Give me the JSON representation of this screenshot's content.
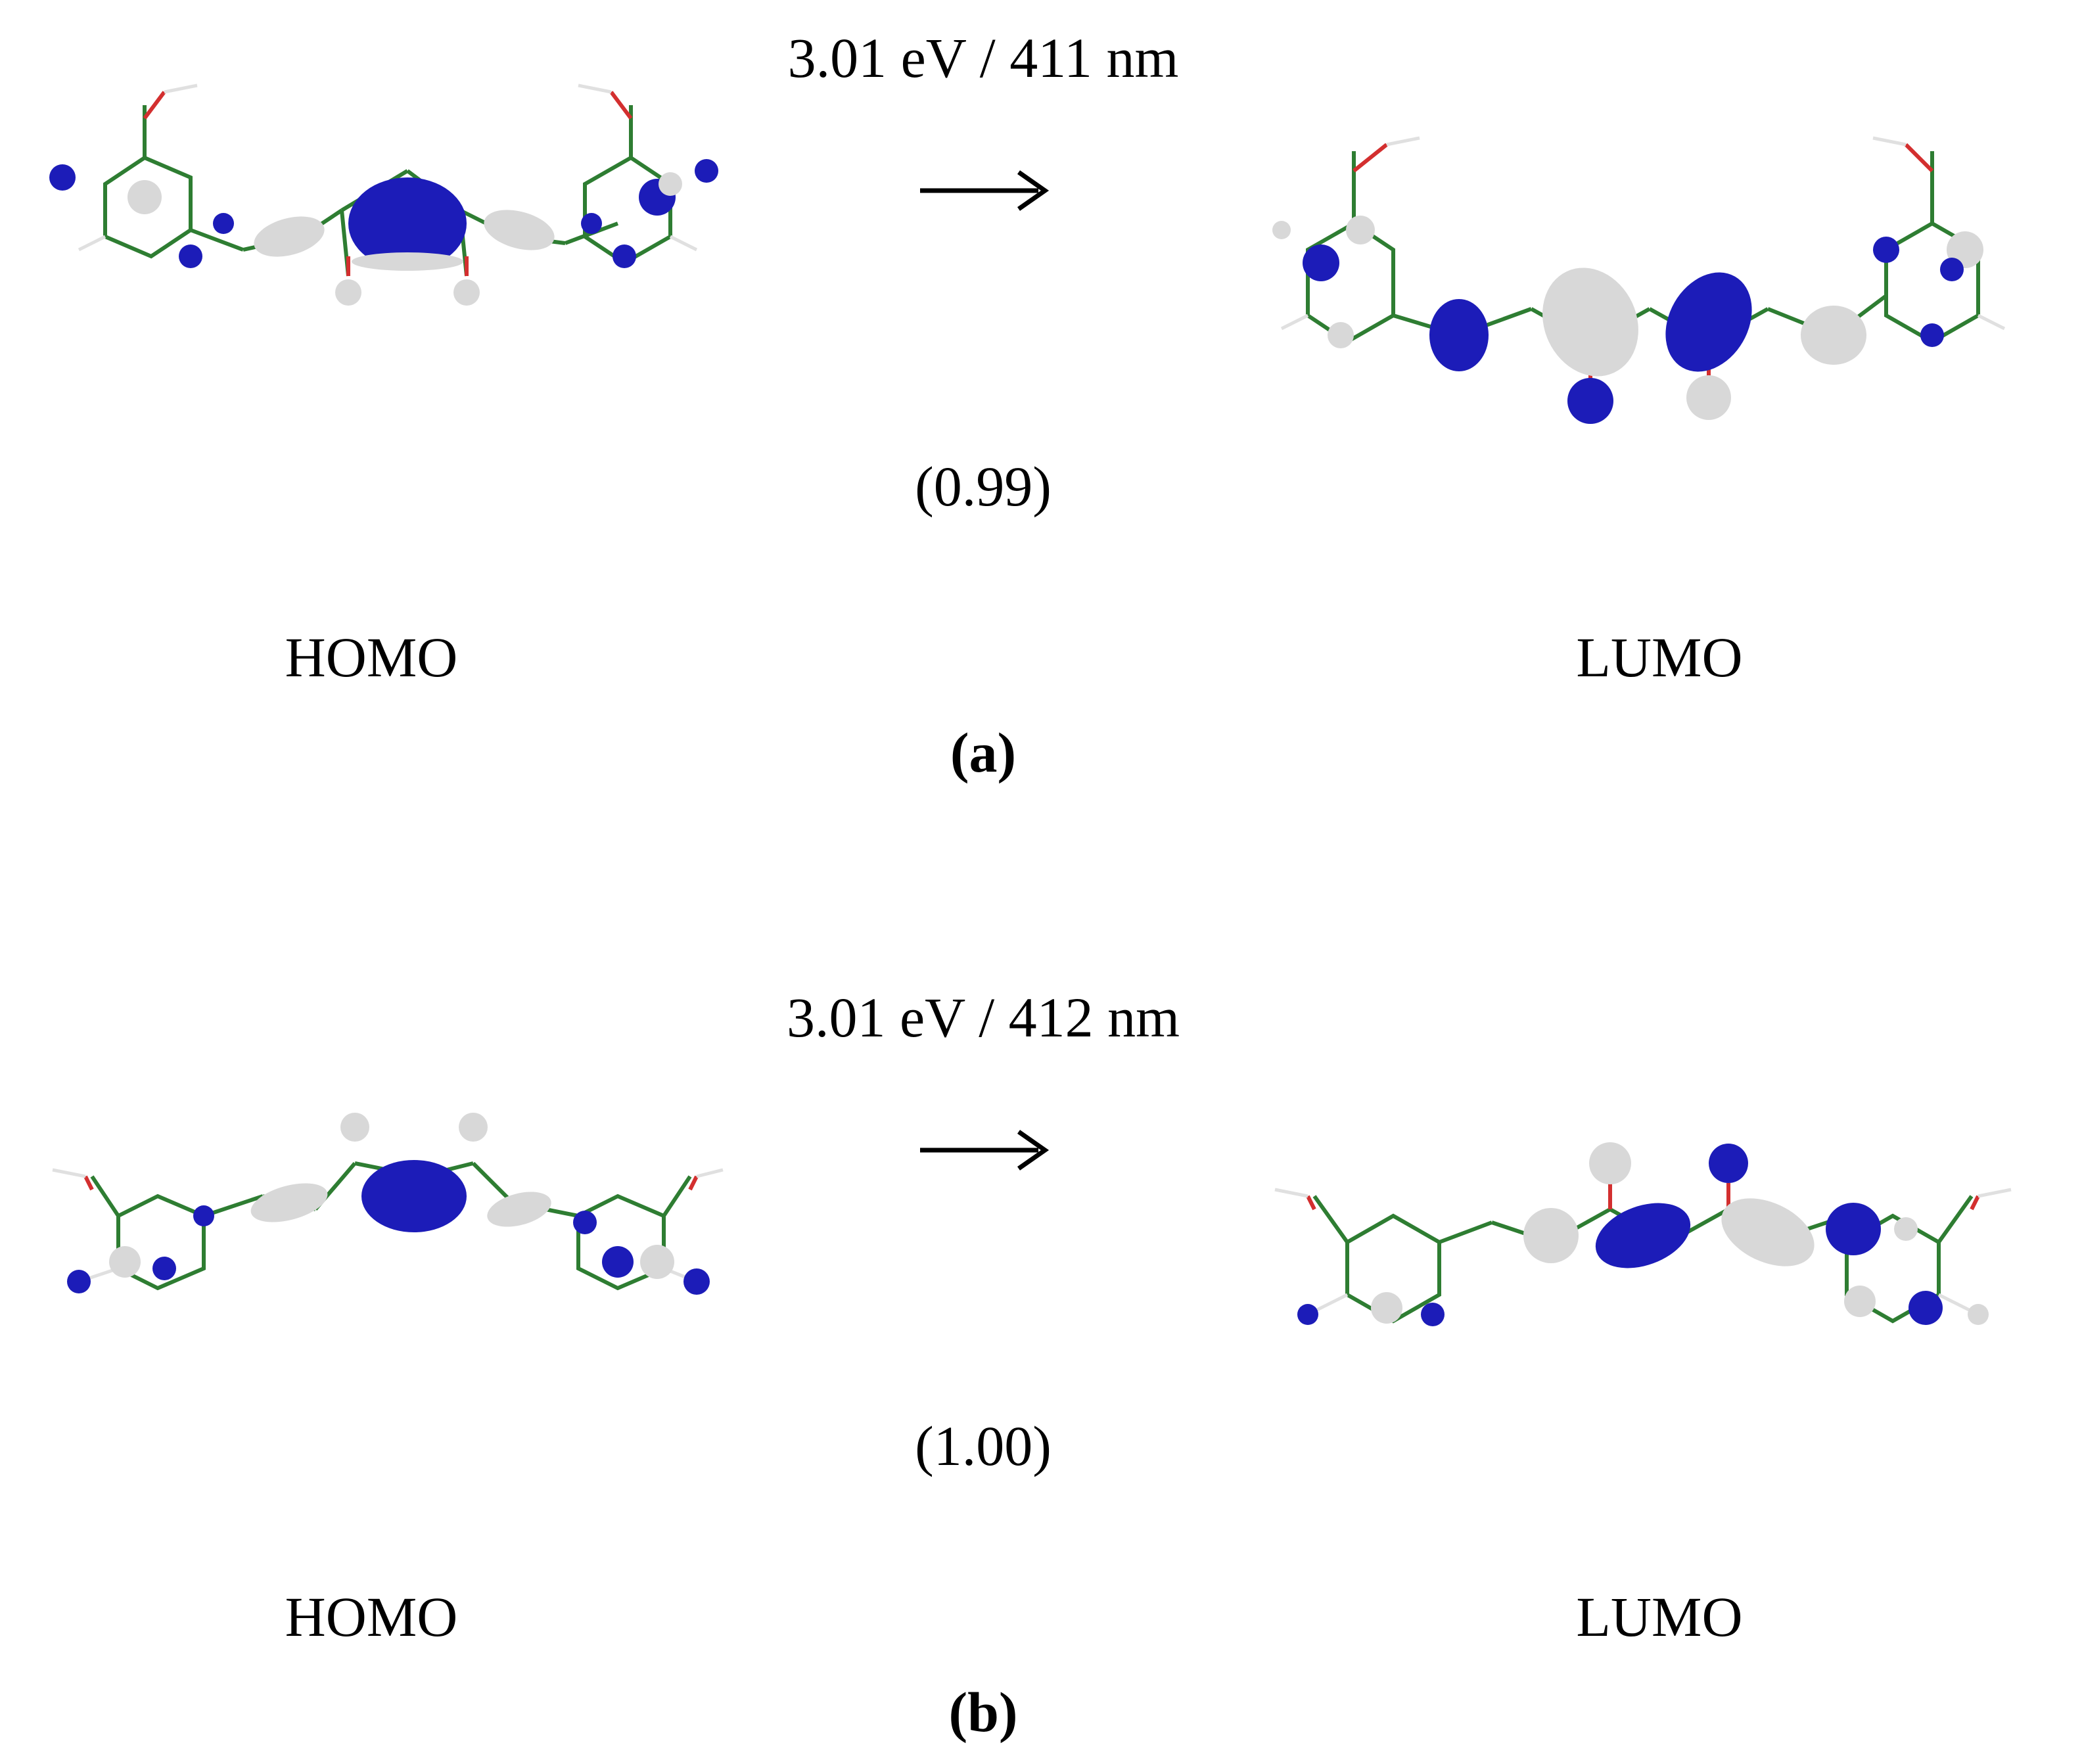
{
  "panels": [
    {
      "id": "a",
      "energy": "3.01 eV / 411 nm",
      "weight": "(0.99)",
      "homo_label": "HOMO",
      "lumo_label": "LUMO",
      "caption": "(a)"
    },
    {
      "id": "b",
      "energy": "3.01 eV / 412 nm",
      "weight": "(1.00)",
      "homo_label": "HOMO",
      "lumo_label": "LUMO",
      "caption": "(b)"
    }
  ],
  "colors": {
    "bond": "#2e7d32",
    "oxygen": "#d32f2f",
    "lobe_positive": "#1c1cb8",
    "lobe_negative": "#d8d8d8",
    "text": "#000000"
  }
}
